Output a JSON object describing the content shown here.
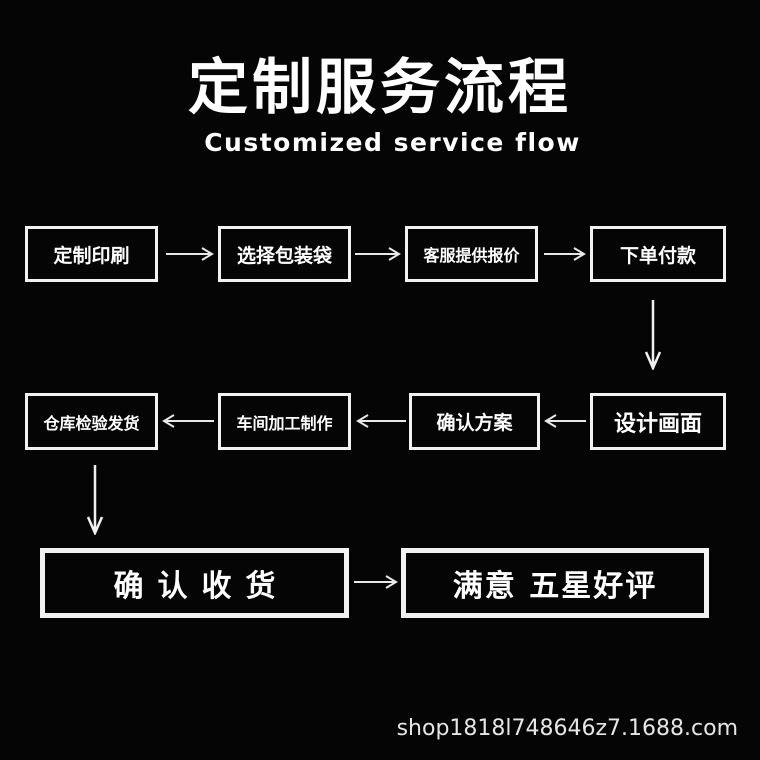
{
  "header": {
    "title": "定制服务流程",
    "subtitle": "Customized service flow"
  },
  "steps": [
    {
      "label": "定制印刷"
    },
    {
      "label": "选择包装袋"
    },
    {
      "label": "客服提供报价"
    },
    {
      "label": "下单付款"
    },
    {
      "label": "设计画面"
    },
    {
      "label": "确认方案"
    },
    {
      "label": "车间加工制作"
    },
    {
      "label": "仓库检验发货"
    },
    {
      "label": "确认收货"
    },
    {
      "label": "满意 五星好评"
    }
  ],
  "arrows": [
    {
      "from": "定制印刷",
      "to": "选择包装袋",
      "direction": "right"
    },
    {
      "from": "选择包装袋",
      "to": "客服提供报价",
      "direction": "right"
    },
    {
      "from": "客服提供报价",
      "to": "下单付款",
      "direction": "right"
    },
    {
      "from": "下单付款",
      "to": "设计画面",
      "direction": "down"
    },
    {
      "from": "设计画面",
      "to": "确认方案",
      "direction": "left"
    },
    {
      "from": "确认方案",
      "to": "车间加工制作",
      "direction": "left"
    },
    {
      "from": "车间加工制作",
      "to": "仓库检验发货",
      "direction": "left"
    },
    {
      "from": "仓库检验发货",
      "to": "确认收货",
      "direction": "down"
    },
    {
      "from": "确认收货",
      "to": "满意 五星好评",
      "direction": "right"
    }
  ],
  "watermark": "shop1818l748646z7.1688.com",
  "colors": {
    "background": "#050505",
    "foreground": "#ffffff"
  }
}
